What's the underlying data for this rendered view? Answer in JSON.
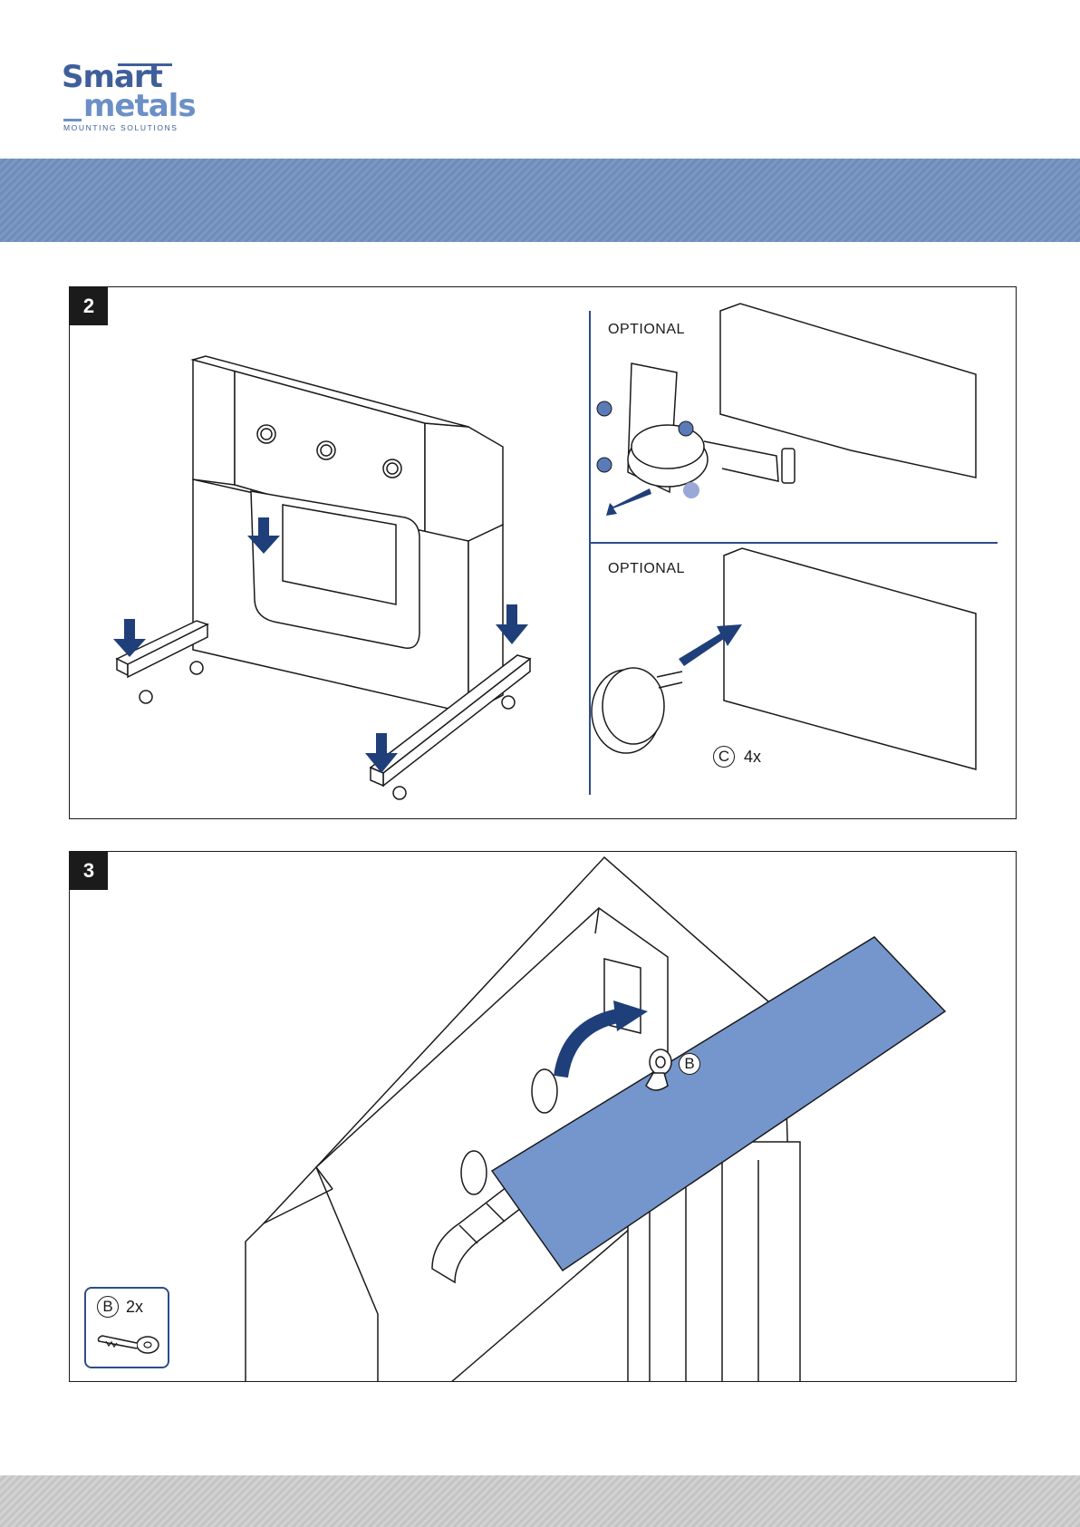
{
  "brand": {
    "logo_line1": "Smart",
    "logo_line2": "metals",
    "logo_tagline": "MOUNTING SOLUTIONS",
    "colors": {
      "primary": "#3f5f9a",
      "secondary": "#6c8fc6",
      "band": "#7493c1",
      "panel_blue": "#7596cc",
      "arrow": "#1f3f7a"
    }
  },
  "steps": [
    {
      "number": "2",
      "options": [
        {
          "label": "OPTIONAL"
        },
        {
          "label": "OPTIONAL",
          "part_letter": "C",
          "quantity": "4x"
        }
      ]
    },
    {
      "number": "3",
      "callout_letter": "B",
      "legend": {
        "part_letter": "B",
        "quantity": "2x",
        "icon": "key-icon"
      }
    }
  ]
}
